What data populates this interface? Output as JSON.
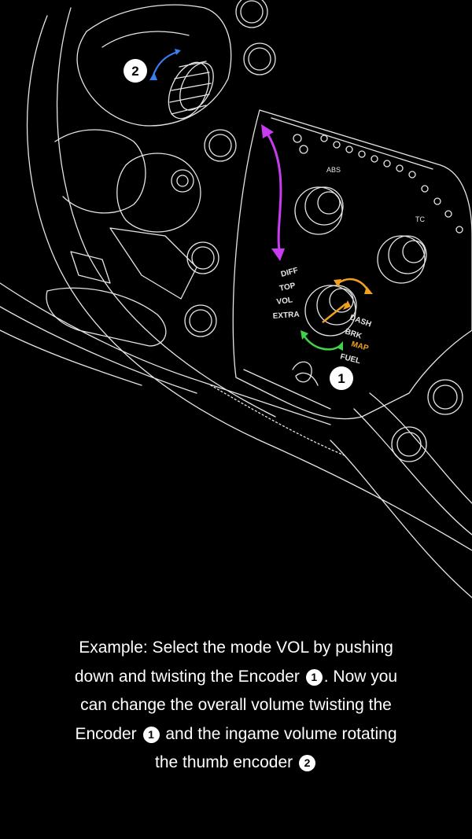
{
  "illustration": {
    "badge_1": "1",
    "badge_2": "2",
    "encoder_labels": [
      "DIFF",
      "TOP",
      "VOL",
      "EXTRA",
      "DASH",
      "BRK",
      "MAP",
      "FUEL"
    ],
    "knob_labels": {
      "abs": "ABS",
      "tc": "TC"
    },
    "colors": {
      "line": "#e6e6e6",
      "magenta_arrow": "#c83cf0",
      "orange_arrow": "#f0a020",
      "green_arrow": "#3fd24a",
      "blue_arrow": "#3b7ef0"
    }
  },
  "caption": {
    "line1": "Example: Select the mode VOL by pushing",
    "line2a": "down and twisting the Encoder",
    "badge_a": "1",
    "line2b": ". Now you",
    "line3": "can change the overall volume twisting the",
    "line4a": "Encoder",
    "badge_b": "1",
    "line4b": "and the ingame volume rotating",
    "line5a": "the thumb encoder",
    "badge_c": "2"
  }
}
